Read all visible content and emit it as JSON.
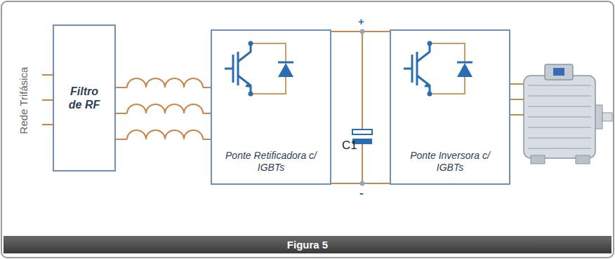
{
  "diagram": {
    "caption": "Figura 5",
    "nodes": [
      {
        "text": [
          "Filtro de RF"
        ]
      },
      {
        "text": [
          "Ponte Retificadora c/ IGBTs"
        ]
      },
      {
        "text": [
          "Ponte Inversora c/ IGBTs"
        ]
      }
    ],
    "edges": [
      {
        "from": 0,
        "to": 1,
        "arrow": "none"
      },
      {
        "from": 0,
        "to": 1,
        "arrow": "none"
      },
      {
        "from": 0,
        "to": 1,
        "arrow": "none"
      },
      {
        "from": 1,
        "to": 2,
        "arrow": "none"
      },
      {
        "from": 1,
        "to": 2,
        "arrow": "none"
      }
    ],
    "labels": [
      "Rede Trifásica",
      "+",
      "C1",
      "-"
    ]
  }
}
